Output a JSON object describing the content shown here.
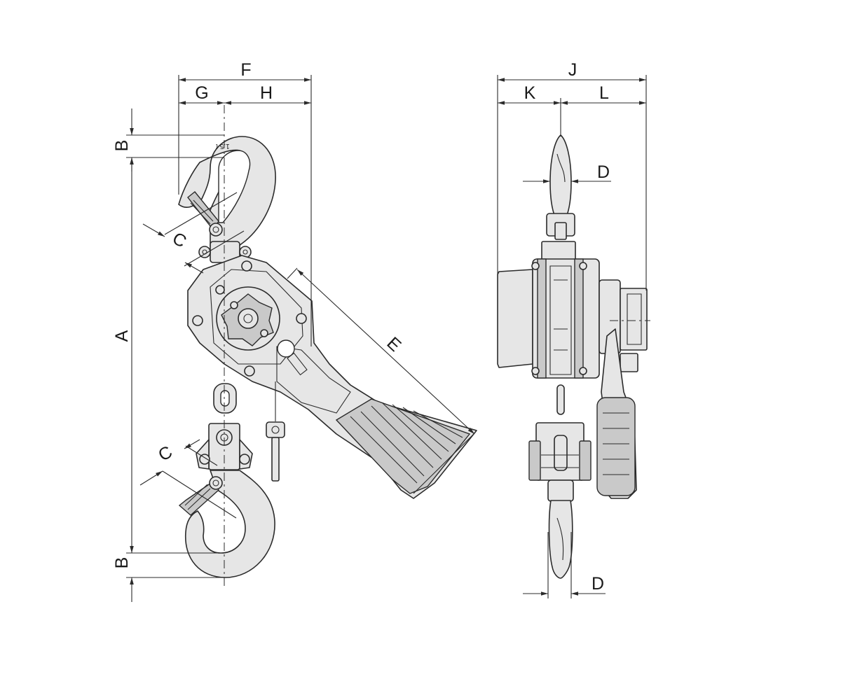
{
  "dimension_labels": {
    "A": "A",
    "B_top": "B",
    "B_bottom": "B",
    "C_top": "C",
    "C_bottom": "C",
    "D_top": "D",
    "D_bottom": "D",
    "E": "E",
    "F": "F",
    "G": "G",
    "H": "H",
    "J": "J",
    "K": "K",
    "L": "L"
  },
  "hook_marking": "1.5 t",
  "colors": {
    "part_fill": "#e6e6e6",
    "outline": "#2b2b2b",
    "background": "#ffffff"
  }
}
